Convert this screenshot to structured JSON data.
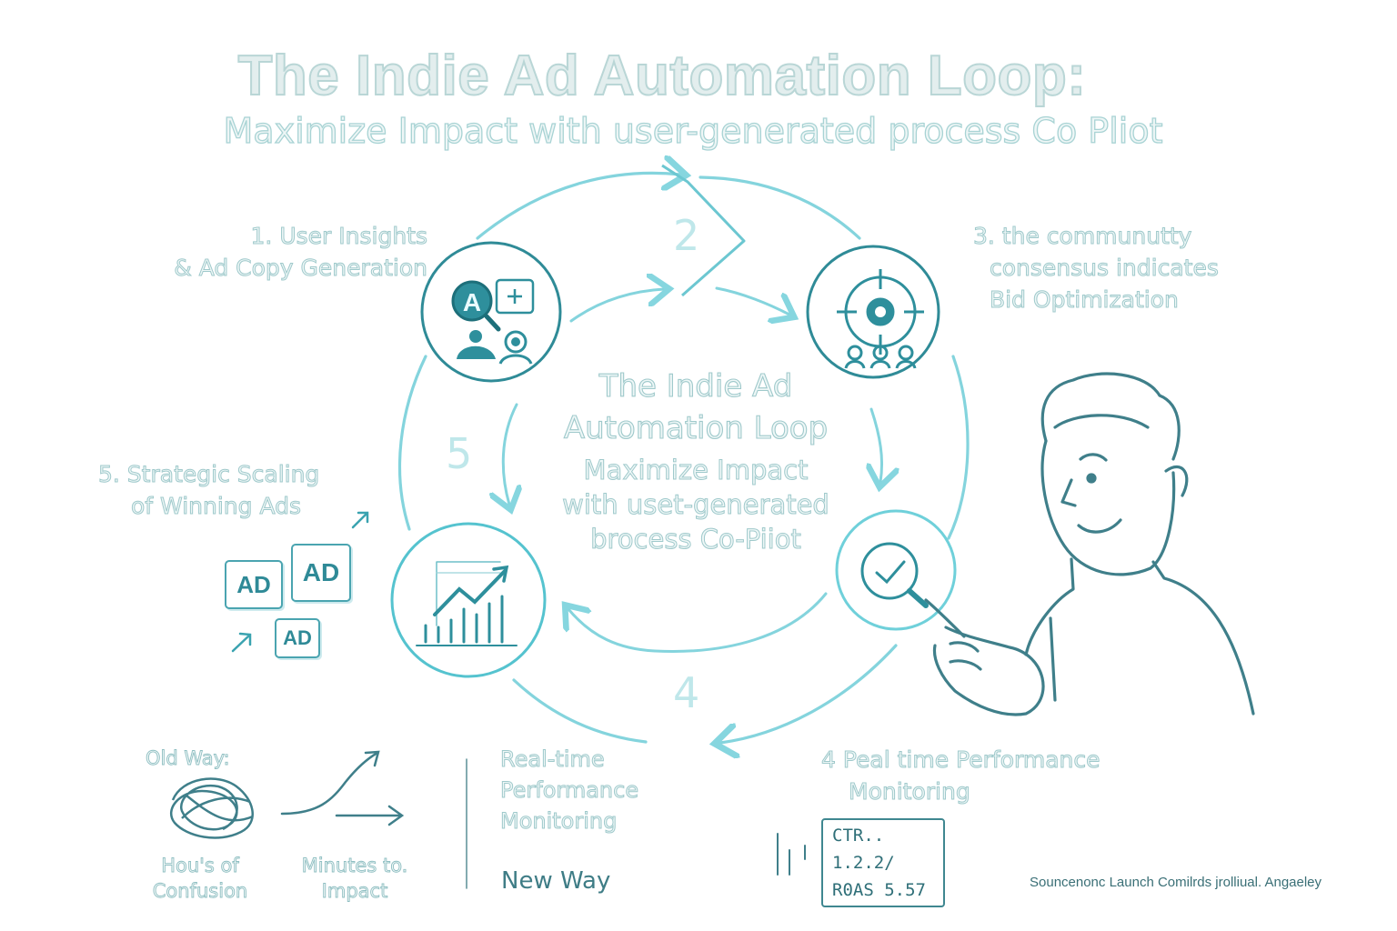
{
  "header": {
    "title": "The Indie Ad Automation Loop:",
    "subtitle": "Maximize Impact with user-generated process Co Pliot"
  },
  "steps": [
    {
      "number": "2",
      "label_lines": [
        "1. User Insights",
        "& Ad Copy Generation"
      ]
    },
    {
      "label_lines": [
        "3. the communutty",
        "consensus indicates",
        "Bid Optimization"
      ]
    },
    {
      "number": "5",
      "label_lines": [
        "5.  Strategic Scaling",
        "of Winning Ads"
      ]
    },
    {
      "number": "4",
      "label_lines": [
        "4  Peal time Performance",
        "Monitoring"
      ]
    }
  ],
  "center": {
    "title_lines": [
      "The Indie Ad",
      "Automation Loop"
    ],
    "sub_lines": [
      "Maximize Impact",
      "with uset-generated",
      "brocess Co-Piiot"
    ]
  },
  "ads": [
    "AD",
    "AD",
    "AD"
  ],
  "comparison": {
    "old_way": "Old Way:",
    "old_caption_lines": [
      "Hou's of",
      "Confusion"
    ],
    "new_caption_lines": [
      "Minutes to.",
      "Impact"
    ],
    "realtime_lines": [
      "Real-time",
      "Performance",
      "Monitoring"
    ],
    "new_way": "New Way"
  },
  "metrics": {
    "ctr": "CTR.. 1.2.2/",
    "roas": "R0AS 5.57"
  },
  "footer": {
    "credit": "Souncenonc Launch Comilrds jrolliual. Angaeley"
  },
  "colors": {
    "ring": "#7fd3dc",
    "icon": "#2e8f9c",
    "person": "#3f7f8a",
    "text_outline": "#9fc9cb"
  },
  "icons": [
    "search-person-icon",
    "target-audience-icon",
    "growth-chart-icon",
    "check-magnifier-icon",
    "tangled-scribble-icon"
  ]
}
